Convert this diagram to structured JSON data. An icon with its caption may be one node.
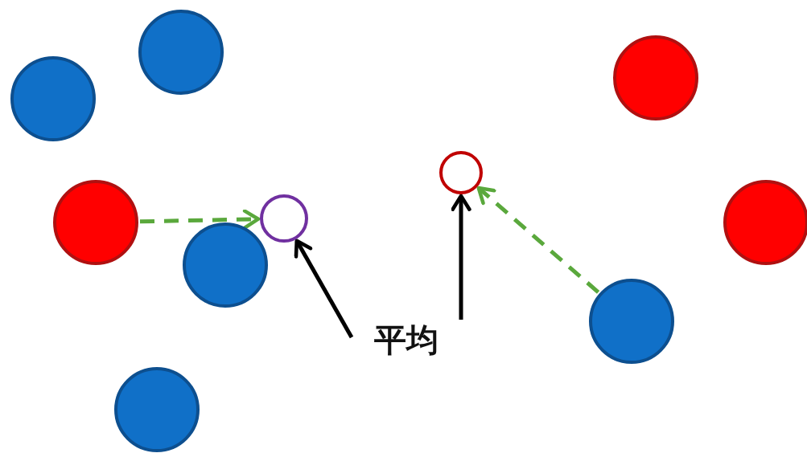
{
  "diagram": {
    "nodes": [
      {
        "text": [],
        "shape": "circle"
      },
      {
        "text": [],
        "shape": "circle"
      },
      {
        "text": [],
        "shape": "circle"
      },
      {
        "text": [],
        "shape": "circle"
      },
      {
        "text": [],
        "shape": "circle"
      },
      {
        "text": [],
        "shape": "circle"
      },
      {
        "text": [],
        "shape": "circle"
      },
      {
        "text": [],
        "shape": "circle"
      },
      {
        "text": [],
        "shape": "circle"
      },
      {
        "text": [
          "平均"
        ]
      },
      {
        "text": [],
        "shape": "circle"
      }
    ],
    "edges": [
      {
        "from": 4,
        "to": 5,
        "arrow": "to",
        "style": "dashed",
        "color": "#5aa83c"
      },
      {
        "from": 8,
        "to": 3,
        "arrow": "to",
        "style": "dashed",
        "color": "#5aa83c"
      },
      {
        "from": 9,
        "to": 5,
        "arrow": "to",
        "color": "#000000"
      },
      {
        "from": 9,
        "to": 3,
        "arrow": "to",
        "color": "#000000"
      }
    ]
  }
}
